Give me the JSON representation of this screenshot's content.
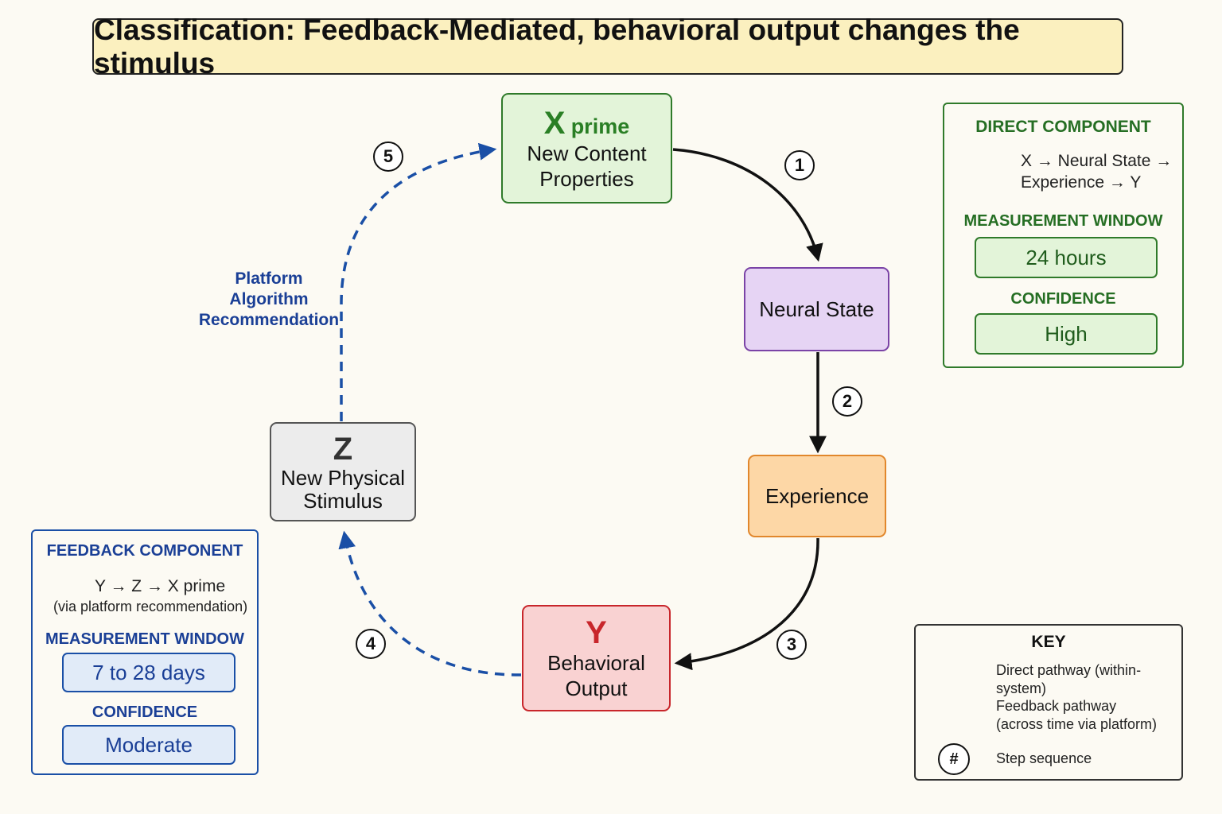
{
  "title": "Classification: Feedback-Mediated, behavioral output changes the stimulus",
  "nodes": {
    "x_prime": {
      "letter": "X",
      "suffix": "prime",
      "label_line1": "New Content",
      "label_line2": "Properties"
    },
    "neural_state": {
      "label": "Neural State"
    },
    "experience": {
      "label": "Experience"
    },
    "y": {
      "letter": "Y",
      "label_line1": "Behavioral",
      "label_line2": "Output"
    },
    "z": {
      "letter": "Z",
      "label_line1": "New Physical",
      "label_line2": "Stimulus"
    }
  },
  "steps": [
    "1",
    "2",
    "3",
    "4",
    "5"
  ],
  "platform_label": {
    "line1": "Platform",
    "line2": "Algorithm",
    "line3": "Recommendation"
  },
  "direct_panel": {
    "heading": "DIRECT COMPONENT",
    "path_line1": "X → Neural State →",
    "path_line2": "Experience → Y",
    "window_heading": "MEASUREMENT WINDOW",
    "window_value": "24 hours",
    "confidence_heading": "CONFIDENCE",
    "confidence_value": "High"
  },
  "feedback_panel": {
    "heading": "FEEDBACK COMPONENT",
    "path_line1": "Y → Z → X prime",
    "path_line2": "(via platform recommendation)",
    "window_heading": "MEASUREMENT WINDOW",
    "window_value": "7 to 28 days",
    "confidence_heading": "CONFIDENCE",
    "confidence_value": "Moderate"
  },
  "key_panel": {
    "heading": "KEY",
    "direct_label": "Direct pathway (within-system)",
    "feedback_line1": "Feedback pathway",
    "feedback_line2": "(across time via platform)",
    "step_symbol": "#",
    "step_label": "Step sequence"
  },
  "colors": {
    "direct_arrow": "#111111",
    "feedback_arrow": "#1a4fa6",
    "x_accent": "#2a7f25",
    "y_accent": "#c8262b",
    "z_accent": "#333333"
  }
}
